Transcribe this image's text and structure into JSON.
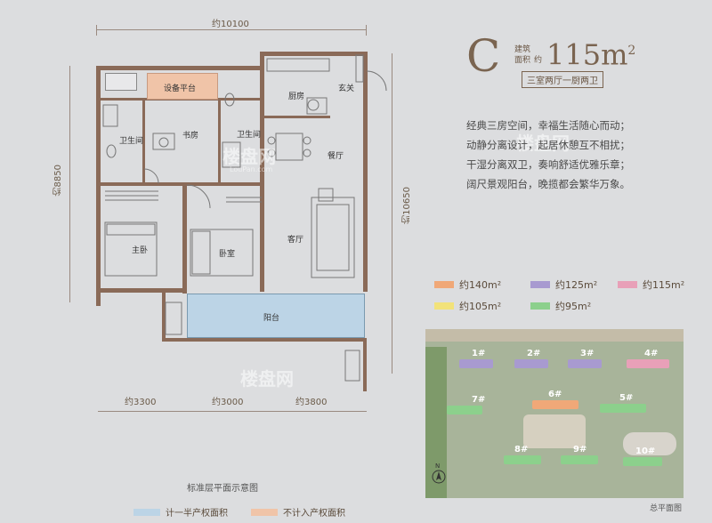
{
  "unit": {
    "letter": "C",
    "area_label_line1": "建筑",
    "area_label_line2": "面积",
    "area_approx": "约",
    "area_value": "115m",
    "area_sup": "2",
    "layout": "三室两厅一厨两卫"
  },
  "slogan": [
    "经典三房空间，幸福生活随心而动；",
    "动静分离设计，起居休憩互不相扰；",
    "干湿分离双卫，奏响舒适优雅乐章；",
    "阔尺景观阳台，晚揽都会繁华万象。"
  ],
  "dimensions": {
    "top": "约10100",
    "left": "约8850",
    "right": "约10650",
    "bottom": [
      "约3300",
      "约3000",
      "约3800"
    ]
  },
  "rooms": {
    "equipment": "设备平台",
    "study": "书房",
    "bath1": "卫生间",
    "bath2": "卫生间",
    "kitchen": "厨房",
    "entrance": "玄关",
    "dining": "餐厅",
    "master": "主卧",
    "bedroom": "卧室",
    "living": "客厅",
    "balcony": "阳台"
  },
  "plan_caption": "标准层平面示意图",
  "site_caption": "总平面图",
  "legend": [
    {
      "label": "约140m²",
      "color": "#f0a878"
    },
    {
      "label": "约125m²",
      "color": "#a89ad0"
    },
    {
      "label": "约115m²",
      "color": "#e8a0b8"
    },
    {
      "label": "约105m²",
      "color": "#f2e27a"
    },
    {
      "label": "约95m²",
      "color": "#8cd08c"
    }
  ],
  "area_legend": [
    {
      "label": "计一半产权面积",
      "color": "#bcd4e6"
    },
    {
      "label": "不计入产权面积",
      "color": "#f0c4a8"
    }
  ],
  "buildings": [
    {
      "label": "1#",
      "color": "#a89ad0"
    },
    {
      "label": "2#",
      "color": "#a89ad0"
    },
    {
      "label": "3#",
      "color": "#a89ad0"
    },
    {
      "label": "4#",
      "color": "#e8a0b8"
    },
    {
      "label": "5#",
      "color": "#8cd08c"
    },
    {
      "label": "6#",
      "color": "#f0a878"
    },
    {
      "label": "7#",
      "color": "#8cd08c"
    },
    {
      "label": "8#",
      "color": "#8cd08c"
    },
    {
      "label": "9#",
      "color": "#8cd08c"
    },
    {
      "label": "10#",
      "color": "#8cd08c"
    }
  ],
  "compass": "N",
  "watermarks": [
    "楼盘网",
    "楼盘网",
    "楼盘网"
  ],
  "watermark_sub": "LouPan.com"
}
